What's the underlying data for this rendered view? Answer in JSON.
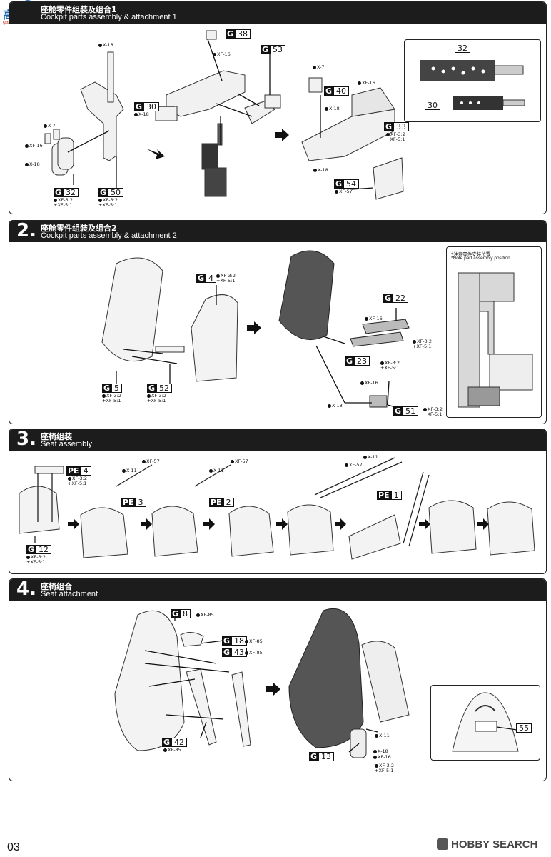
{
  "logo": {
    "label": "高手",
    "site": "gao.shou.com",
    "shield": "高"
  },
  "page_number": "03",
  "brand": {
    "name": "HOBBY SEARCH"
  },
  "steps": [
    {
      "number": "",
      "zh": "座舱零件组装及组合1",
      "en": "Cockpit parts assembly & attachment 1"
    },
    {
      "number": "2.",
      "zh": "座舱零件组装及组合2",
      "en": "Cockpit parts assembly & attachment 2"
    },
    {
      "number": "3.",
      "zh": "座椅组装",
      "en": "Seat assembly"
    },
    {
      "number": "4.",
      "zh": "座椅组合",
      "en": "Seat attachment"
    }
  ],
  "paints": {
    "x18": "X-18",
    "x7": "X-7",
    "x11": "X-11",
    "xf16": "XF-16",
    "xf57": "XF-57",
    "xf85": "XF-85",
    "xf32_a": "XF-3:2",
    "xf51_a": "+XF-5:1"
  },
  "note": {
    "zh": "*注意零件安装位置",
    "en": "*Note part assembly position"
  },
  "parts": {
    "s1": [
      {
        "letter": "G",
        "num": "38"
      },
      {
        "letter": "G",
        "num": "53"
      },
      {
        "letter": "G",
        "num": "30"
      },
      {
        "letter": "G",
        "num": "40"
      },
      {
        "letter": "G",
        "num": "33"
      },
      {
        "letter": "G",
        "num": "54"
      },
      {
        "letter": "G",
        "num": "32"
      },
      {
        "letter": "G",
        "num": "50"
      },
      {
        "letter": "",
        "num": "32"
      },
      {
        "letter": "",
        "num": "30"
      }
    ],
    "s2": [
      {
        "letter": "G",
        "num": "4"
      },
      {
        "letter": "G",
        "num": "22"
      },
      {
        "letter": "G",
        "num": "23"
      },
      {
        "letter": "G",
        "num": "5"
      },
      {
        "letter": "G",
        "num": "52"
      },
      {
        "letter": "G",
        "num": "51"
      }
    ],
    "s3": [
      {
        "letter": "PE",
        "num": "4"
      },
      {
        "letter": "PE",
        "num": "3"
      },
      {
        "letter": "PE",
        "num": "2"
      },
      {
        "letter": "PE",
        "num": "1"
      },
      {
        "letter": "G",
        "num": "12"
      }
    ],
    "s4": [
      {
        "letter": "G",
        "num": "8"
      },
      {
        "letter": "G",
        "num": "18"
      },
      {
        "letter": "G",
        "num": "43"
      },
      {
        "letter": "G",
        "num": "42"
      },
      {
        "letter": "G",
        "num": "13"
      },
      {
        "letter": "",
        "num": "55"
      }
    ]
  }
}
